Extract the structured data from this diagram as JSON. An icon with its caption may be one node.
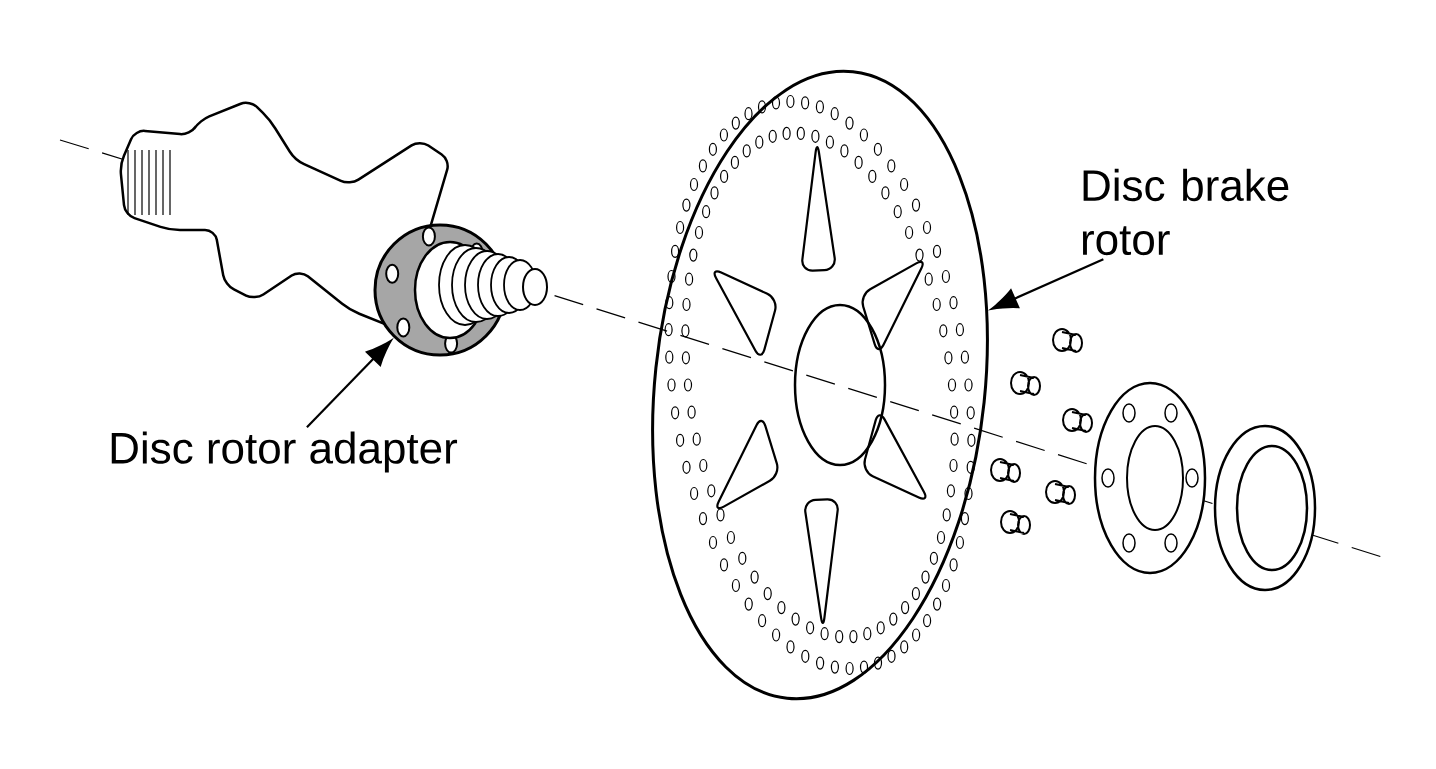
{
  "diagram": {
    "nodes": [
      {
        "text": [
          "Disc brake rotor"
        ]
      },
      {
        "text": [],
        "shape": "picture"
      },
      {
        "text": [
          "Disc rotor adapter"
        ]
      },
      {
        "text": [],
        "shape": "picture"
      }
    ],
    "edges": [
      {
        "from": 0,
        "to": 1,
        "arrow": "to"
      },
      {
        "from": 2,
        "to": 3,
        "arrow": "to"
      }
    ]
  }
}
